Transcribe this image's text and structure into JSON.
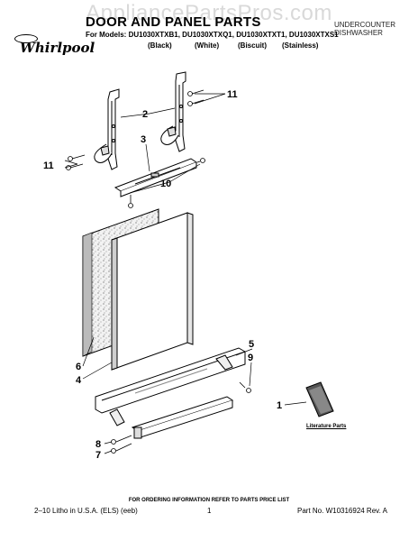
{
  "watermark": "AppliancePartsPros.com",
  "header": {
    "brand": "Whirlpool",
    "title": "DOOR AND PANEL PARTS",
    "doc_type_line1": "UNDERCOUNTER",
    "doc_type_line2": "DISHWASHER",
    "models_prefix": "For Models:",
    "models": [
      "DU1030XTXB1,",
      "DU1030XTXQ1,",
      "DU1030XTXT1,",
      "DU1030XTXS1"
    ],
    "finishes": [
      "(Black)",
      "(White)",
      "(Biscuit)",
      "(Stainless)"
    ]
  },
  "callouts": [
    "2",
    "11",
    "3",
    "11",
    "10",
    "6",
    "4",
    "5",
    "9",
    "1",
    "8",
    "7"
  ],
  "literature_label": "Literature Parts",
  "ordering_note": "FOR ORDERING INFORMATION REFER TO PARTS PRICE LIST",
  "footer": {
    "left": "2–10 Litho in U.S.A. (ELS) (eeb)",
    "page": "1",
    "part_no": "Part No. W10316924 Rev. A"
  }
}
